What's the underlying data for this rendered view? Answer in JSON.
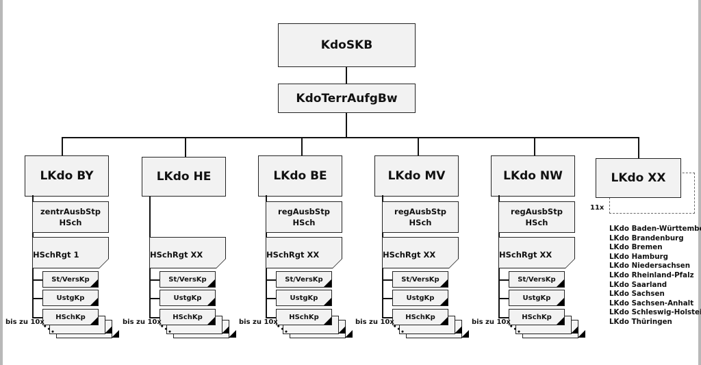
{
  "top": {
    "main": "KdoSKB",
    "second": "KdoTerrAufgBw"
  },
  "columns": [
    {
      "head": "LKdo BY",
      "stp": [
        "zentrAusbStp",
        "HSch"
      ],
      "rgt": "HSchRgt 1",
      "units": [
        "St/VersKp",
        "UstgKp",
        "HSchKp"
      ],
      "bis": "bis zu 10x"
    },
    {
      "head": "LKdo HE",
      "rgt": "HSchRgt XX",
      "units": [
        "St/VersKp",
        "UstgKp",
        "HSchKp"
      ],
      "bis": "bis zu 10x"
    },
    {
      "head": "LKdo BE",
      "stp": [
        "regAusbStp",
        "HSch"
      ],
      "rgt": "HSchRgt XX",
      "units": [
        "St/VersKp",
        "UstgKp",
        "HSchKp"
      ],
      "bis": "bis zu 10x"
    },
    {
      "head": "LKdo MV",
      "stp": [
        "regAusbStp",
        "HSch"
      ],
      "rgt": "HSchRgt XX",
      "units": [
        "St/VersKp",
        "UstgKp",
        "HSchKp"
      ],
      "bis": "bis zu 10x"
    },
    {
      "head": "LKdo NW",
      "stp": [
        "regAusbStp",
        "HSch"
      ],
      "rgt": "HSchRgt XX",
      "units": [
        "St/VersKp",
        "UstgKp",
        "HSchKp"
      ],
      "bis": "bis zu 10x"
    }
  ],
  "extra": {
    "head": "LKdo XX",
    "count": "11x",
    "list": [
      "LKdo Baden-Württemberg",
      "LKdo Brandenburg",
      "LKdo Bremen",
      "LKdo Hamburg",
      "LKdo Niedersachsen",
      "LKdo Rheinland-Pfalz",
      "LKdo Saarland",
      "LKdo Sachsen",
      "LKdo Sachsen-Anhalt",
      "LKdo Schleswig-Holstein",
      "LKdo Thüringen"
    ]
  }
}
